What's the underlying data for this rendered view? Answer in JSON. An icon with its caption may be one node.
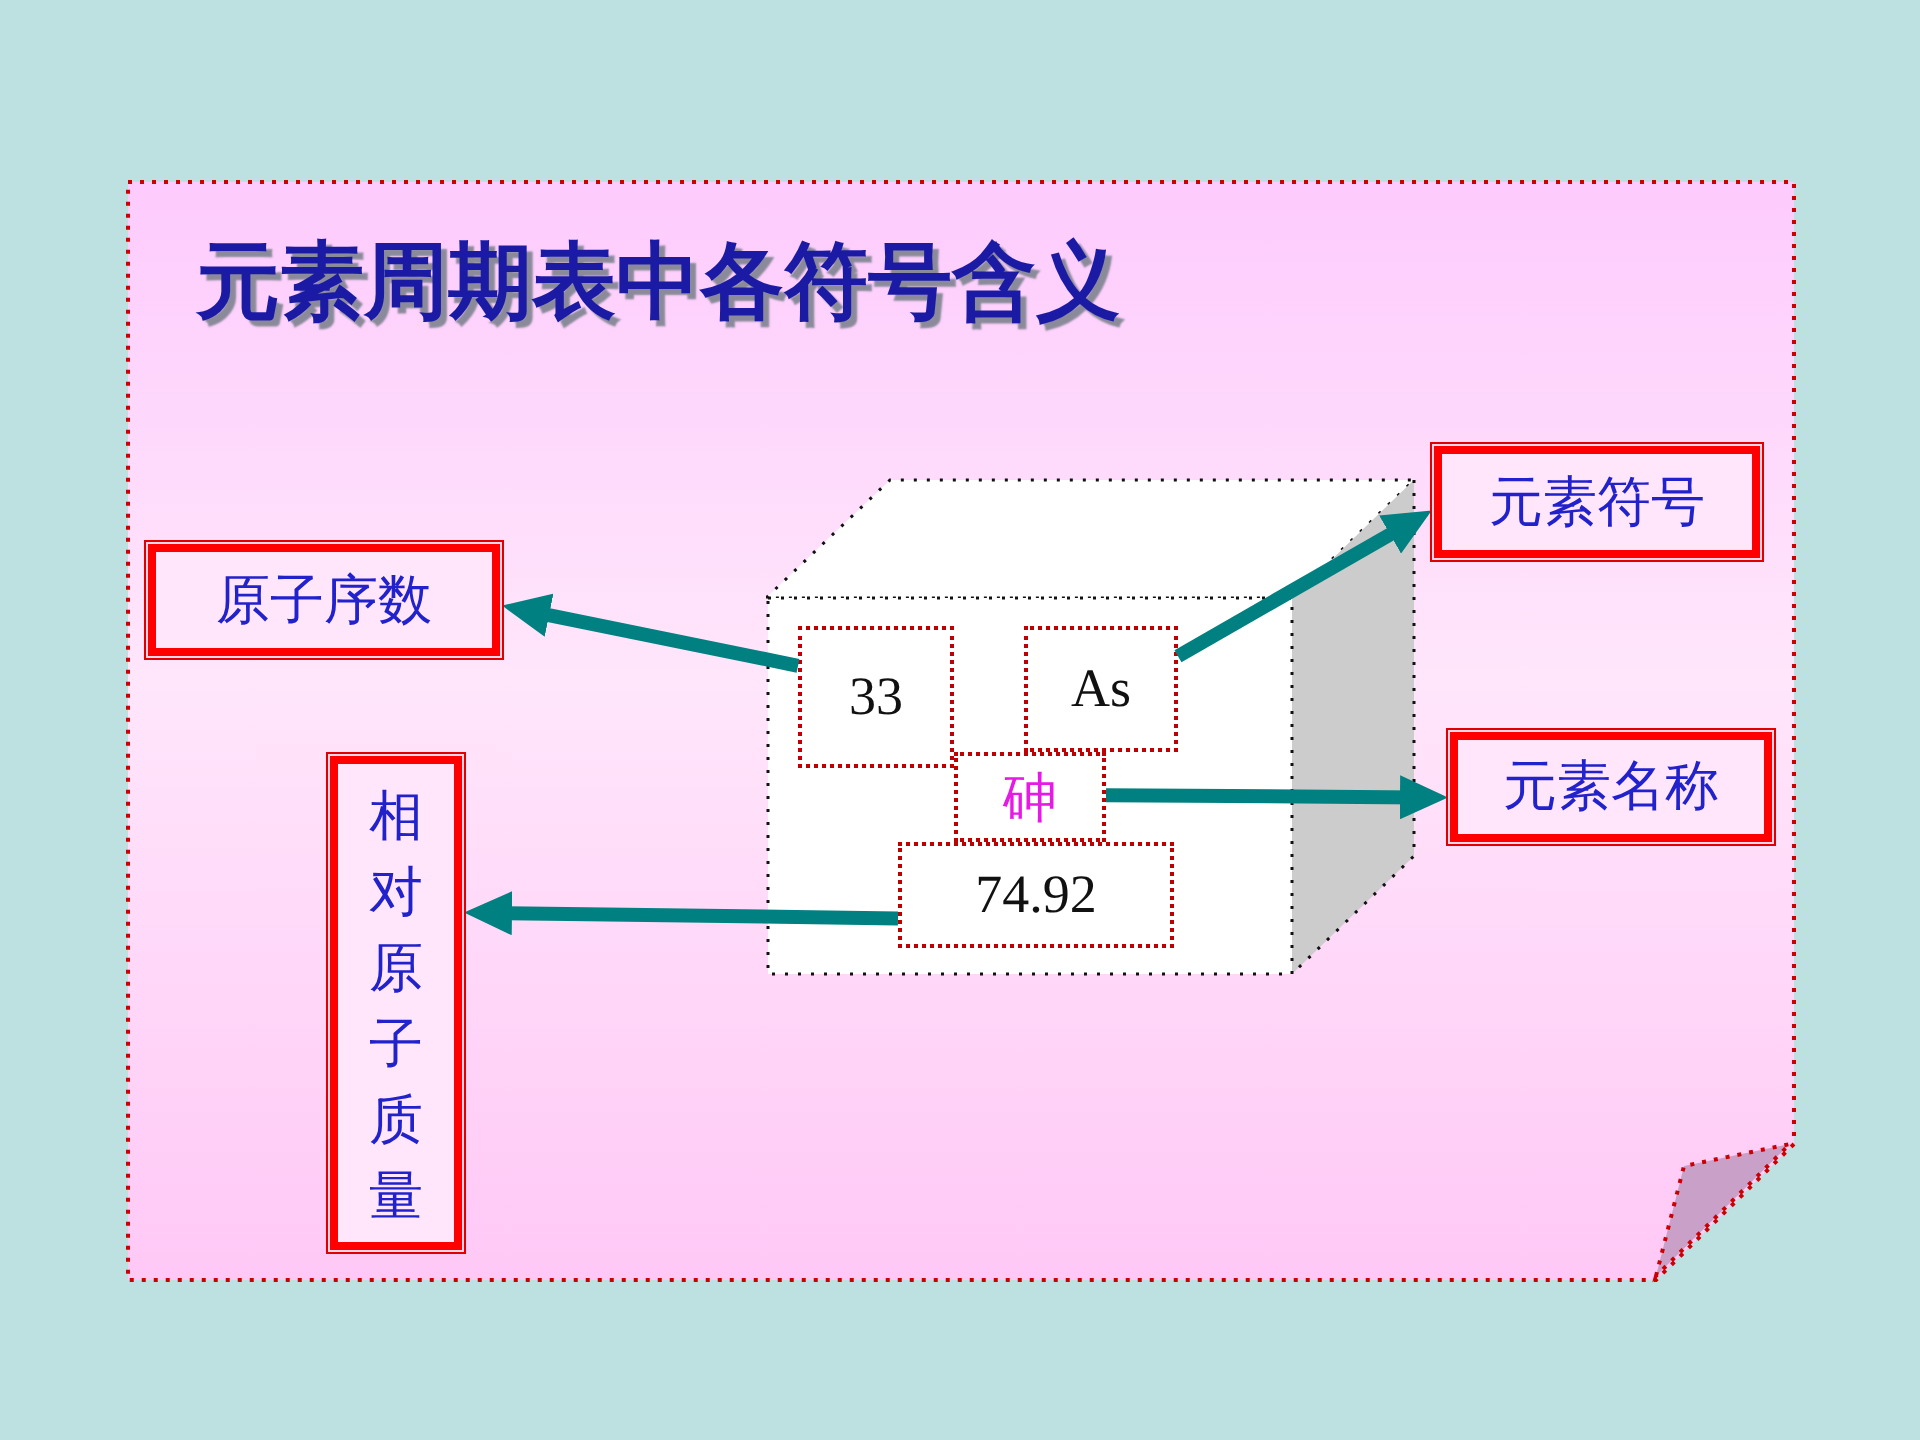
{
  "diagram": {
    "title": "元素周期表中各符号含义",
    "nodes": [
      {
        "text": [
          "元素符号"
        ]
      },
      {
        "text": [
          "原子序数"
        ]
      },
      {
        "text": [],
        "shape": "cube"
      },
      {
        "text": [
          "33"
        ],
        "in": 2
      },
      {
        "text": [
          "As"
        ],
        "in": 2
      },
      {
        "text": [
          "砷"
        ],
        "in": 2
      },
      {
        "text": [
          "74.92"
        ],
        "in": 2
      },
      {
        "text": [
          "元素名称"
        ]
      },
      {
        "text": [
          "相对原子质量"
        ]
      }
    ],
    "edges": [
      {
        "from": 3,
        "to": 1,
        "arrow": "to"
      },
      {
        "from": 4,
        "to": 0,
        "arrow": "to"
      },
      {
        "from": 5,
        "to": 7,
        "arrow": "to"
      },
      {
        "from": 6,
        "to": 8,
        "arrow": "to"
      }
    ]
  }
}
